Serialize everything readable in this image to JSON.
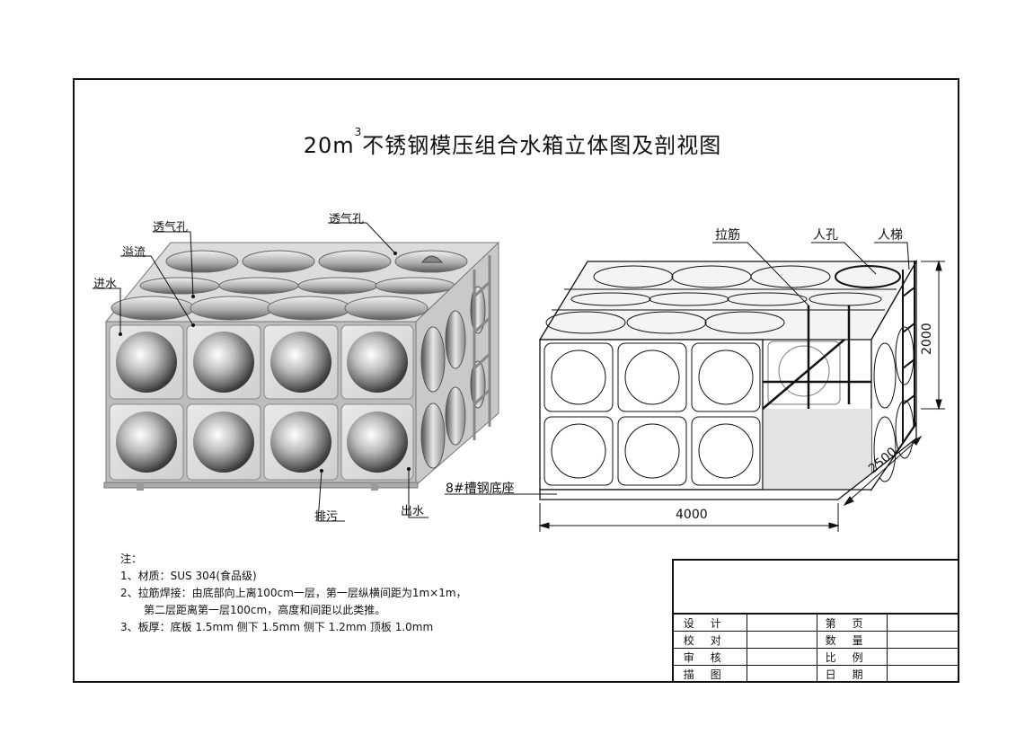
{
  "title": {
    "main": "20m",
    "sup": "3",
    "rest": "不锈钢模压组合水箱立体图及剖视图"
  },
  "left_view": {
    "labels": {
      "vent1": "透气孔",
      "vent2": "透气孔",
      "overflow": "溢流",
      "inlet": "进水",
      "drain": "排污",
      "outlet": "出水"
    }
  },
  "right_view": {
    "labels": {
      "tie_bar": "拉筋",
      "manhole": "人孔",
      "ladder": "人梯",
      "base": "8#槽钢底座"
    },
    "dimensions": {
      "length": "4000",
      "width": "2500",
      "height": "2000"
    }
  },
  "notes": {
    "heading": "注：",
    "line1": "1、材质：SUS 304(食品级)",
    "line2": "2、拉筋焊接：由底部向上离100cm一层，第一层纵横间距为1m×1m，",
    "line3": "第二层距离第一层100cm，高度和间距以此类推。",
    "line4": "3、板厚：底板 1.5mm 侧下 1.5mm 侧下 1.2mm 顶板 1.0mm"
  },
  "title_block": {
    "rows": [
      [
        "设计",
        "",
        "第页",
        ""
      ],
      [
        "校对",
        "",
        "数量",
        ""
      ],
      [
        "审核",
        "",
        "比例",
        ""
      ],
      [
        "描图",
        "",
        "日期",
        ""
      ]
    ]
  }
}
